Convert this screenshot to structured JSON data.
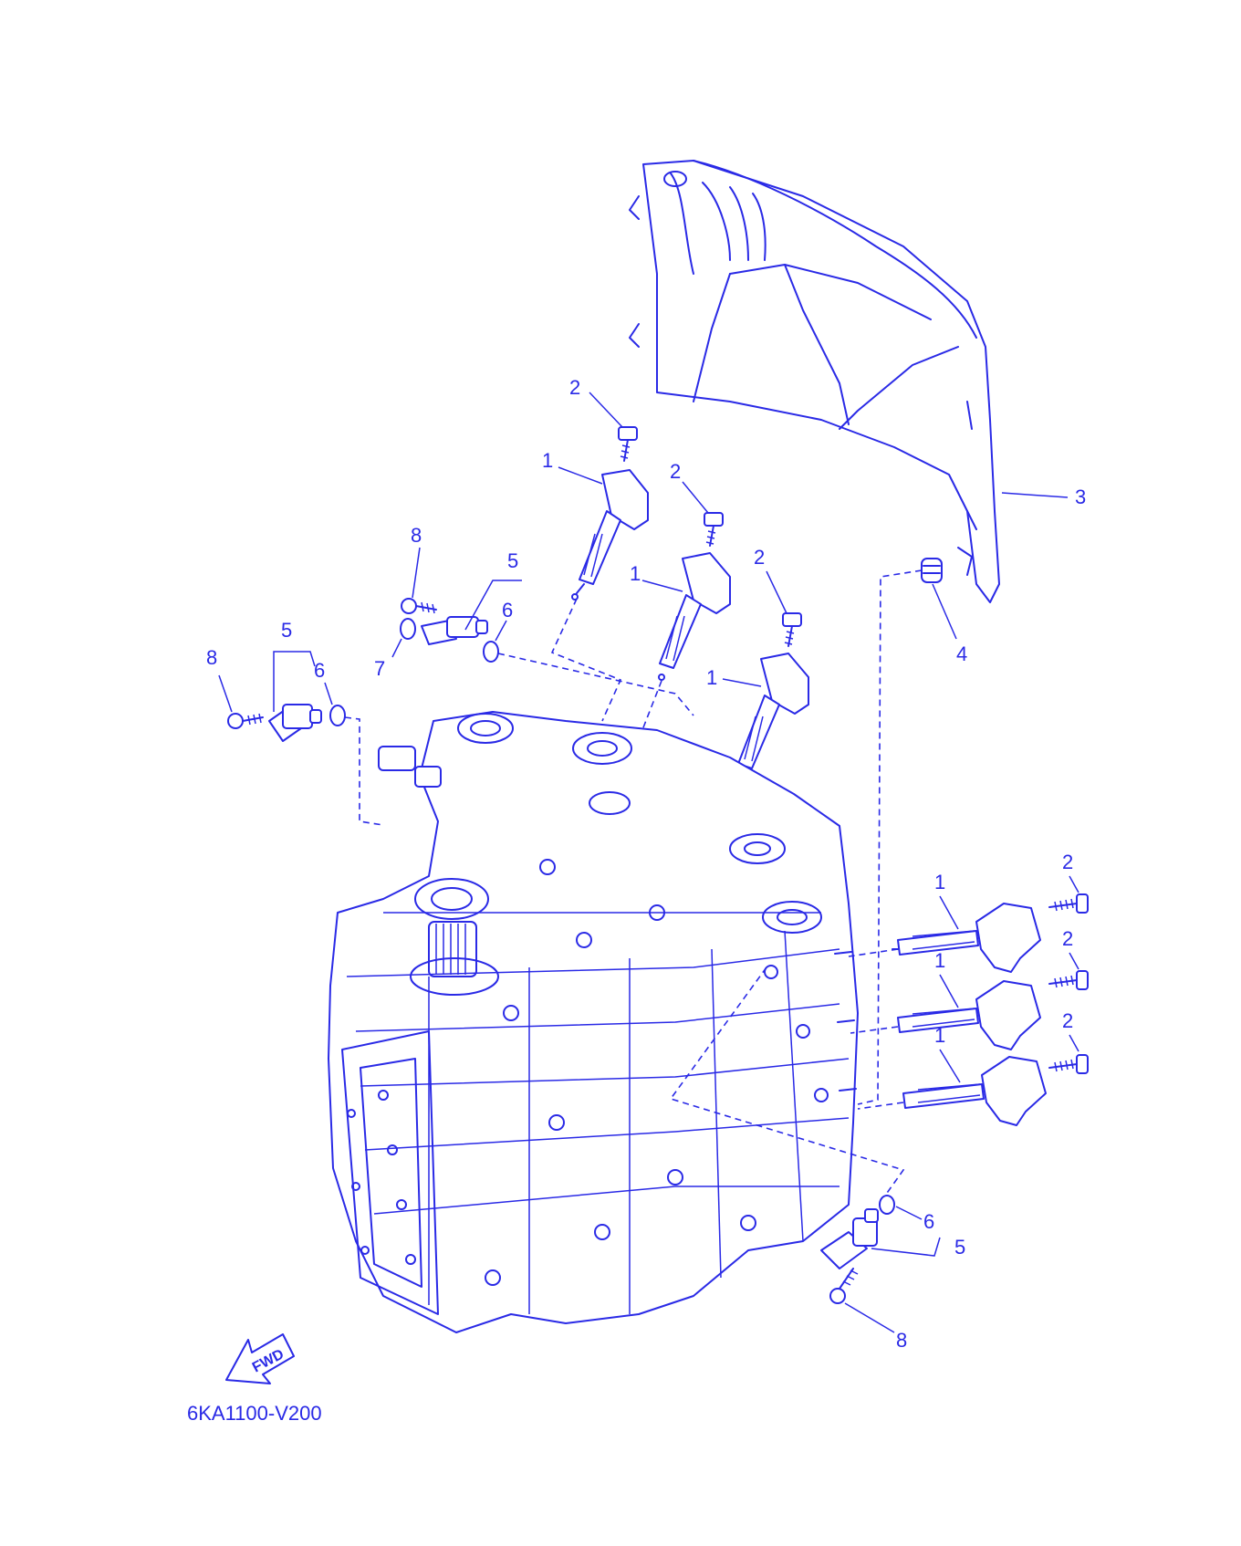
{
  "diagram": {
    "part_code": "6KA1100-V200",
    "fwd_label": "FWD",
    "callouts": {
      "c1": "1",
      "c2": "1",
      "c3": "1",
      "c4": "1",
      "c5": "1",
      "c6": "1",
      "b1": "2",
      "b2": "2",
      "b3": "2",
      "b4": "2",
      "b5": "2",
      "b6": "2",
      "cover": "3",
      "grommet": "4",
      "s1": "5",
      "s2": "5",
      "s3": "5",
      "o1": "6",
      "o2": "6",
      "o3": "6",
      "o4": "7",
      "sb1": "8",
      "sb2": "8",
      "sb3": "8"
    },
    "line_color": "#2a2ae6"
  }
}
